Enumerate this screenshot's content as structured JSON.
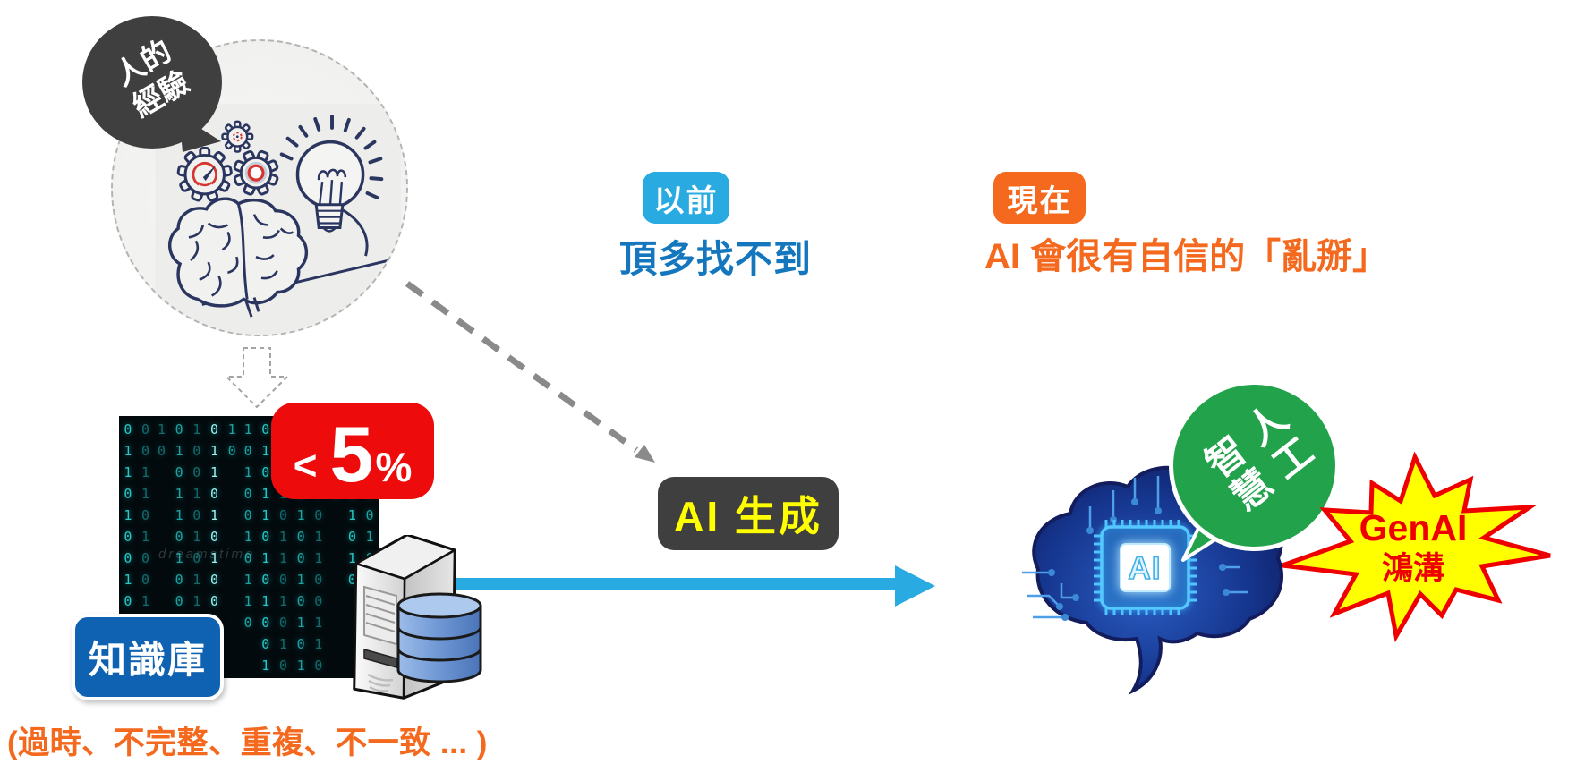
{
  "colors": {
    "sky": "#29abe2",
    "blue-text": "#1477be",
    "orange": "#f4691e",
    "red": "#ee0b0b",
    "dark-badge": "#3f3f3f",
    "yellow": "#ffff00",
    "kb-blue": "#0e62b1",
    "green": "#21a24b",
    "navy": "#2b3660",
    "teal": "#27c7c7",
    "arrow-gray": "#8a8a8a",
    "star-red": "#ee0000",
    "star-yellow": "#ffff00",
    "brain-dark": "#0a1550",
    "brain-light": "#2a5ec4",
    "chip-cyan": "#54c8ff"
  },
  "left": {
    "experience_bubble": {
      "line1": "人的",
      "line2": "經驗"
    },
    "percent_badge": {
      "lt": "<",
      "value": "5",
      "unit": "%"
    },
    "knowledge_badge": "知識庫",
    "caption": "(過時、不完整、重複、不一致 ... )",
    "matrix_watermark": "dreamstime",
    "matrix_columns": [
      "0110100101101",
      "10 0011010010",
      "0101101001011",
      "1001010110100",
      "0110101001101",
      "1010010110 10",
      "0101101010011",
      "1001011010100",
      "0110100101011",
      "1010011001101",
      "01011010 0010",
      "1001010101101"
    ]
  },
  "middle": {
    "before_badge": "以前",
    "before_text": "頂多找不到",
    "now_badge": "現在",
    "now_text": "AI 會很有自信的「亂掰」",
    "ai_generate_badge": "AI 生成"
  },
  "right": {
    "chip_label": "AI",
    "green_bubble_text": "人工智慧",
    "burst_title": "GenAI",
    "burst_subtitle": "鴻溝"
  }
}
